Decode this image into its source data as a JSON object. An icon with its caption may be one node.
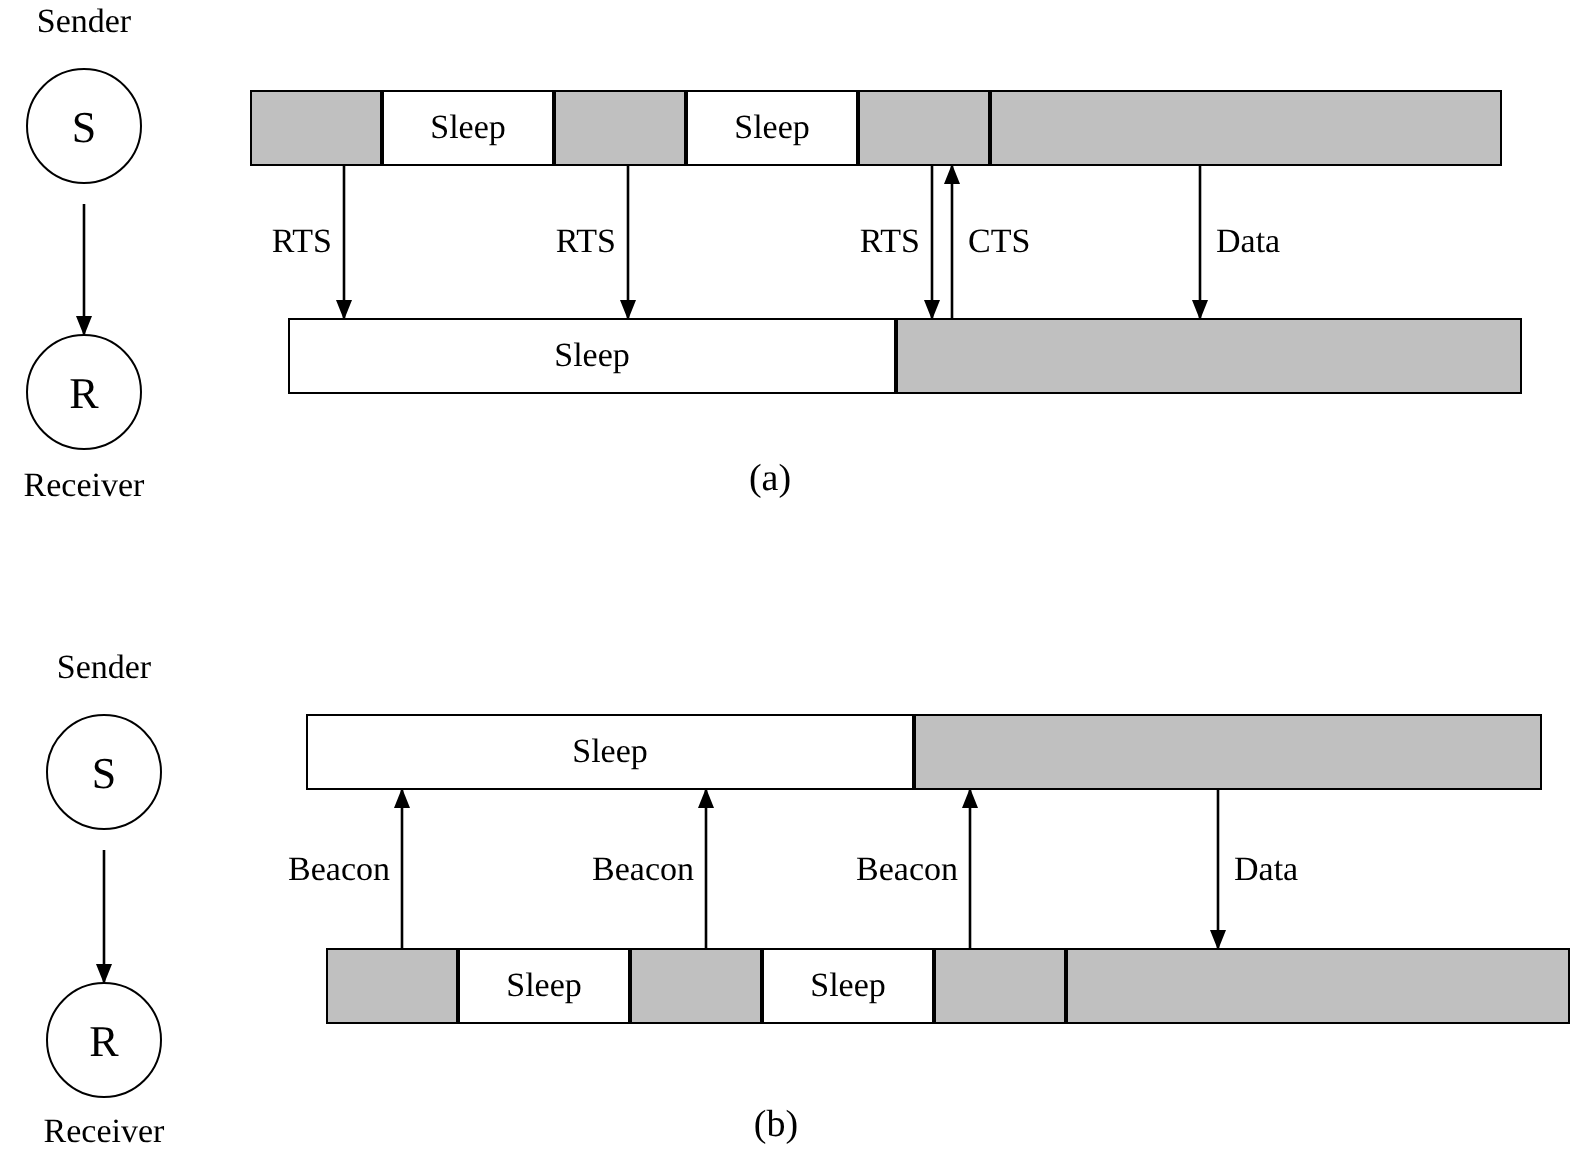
{
  "diagram": {
    "nodes": [
      {
        "text": [
          "S"
        ],
        "beside": [
          "Sender"
        ]
      },
      {
        "text": [
          "R"
        ],
        "beside": [
          "Receiver"
        ]
      },
      {
        "text": [],
        "shape": "bar"
      },
      {
        "text": [
          "Sleep"
        ]
      },
      {
        "text": [],
        "shape": "bar"
      },
      {
        "text": [
          "Sleep"
        ]
      },
      {
        "text": [],
        "shape": "bar"
      },
      {
        "text": [],
        "shape": "bar"
      },
      {
        "text": [
          "Sleep"
        ]
      },
      {
        "text": [],
        "shape": "bar"
      },
      {
        "text": [
          "S"
        ],
        "beside": [
          "Sender"
        ]
      },
      {
        "text": [
          "R"
        ],
        "beside": [
          "Receiver"
        ]
      },
      {
        "text": [
          "Sleep"
        ]
      },
      {
        "text": [],
        "shape": "bar"
      },
      {
        "text": [],
        "shape": "bar"
      },
      {
        "text": [
          "Sleep"
        ]
      },
      {
        "text": [],
        "shape": "bar"
      },
      {
        "text": [
          "Sleep"
        ]
      },
      {
        "text": [],
        "shape": "bar"
      },
      {
        "text": [],
        "shape": "bar"
      }
    ],
    "edges": [
      {
        "from": 0,
        "to": 1,
        "arrow": "to"
      },
      {
        "from": 2,
        "to": 8,
        "arrow": "to",
        "label": "RTS"
      },
      {
        "from": 4,
        "to": 8,
        "arrow": "to",
        "label": "RTS"
      },
      {
        "from": 6,
        "to": 9,
        "arrow": "to",
        "label": "RTS"
      },
      {
        "from": 9,
        "to": 6,
        "arrow": "to",
        "label": "CTS"
      },
      {
        "from": 7,
        "to": 9,
        "arrow": "to",
        "label": "Data"
      },
      {
        "from": 10,
        "to": 11,
        "arrow": "to"
      },
      {
        "from": 14,
        "to": 12,
        "arrow": "to",
        "label": "Beacon"
      },
      {
        "from": 16,
        "to": 12,
        "arrow": "to",
        "label": "Beacon"
      },
      {
        "from": 18,
        "to": 13,
        "arrow": "to",
        "label": "Beacon"
      },
      {
        "from": 13,
        "to": 19,
        "arrow": "to",
        "label": "Data"
      }
    ],
    "labels": [
      "(a)",
      "(b)"
    ]
  }
}
